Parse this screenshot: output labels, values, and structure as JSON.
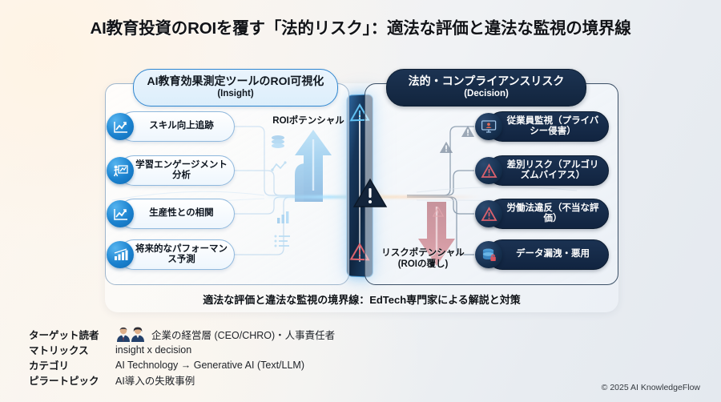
{
  "title": "AI教育投資のROIを覆す「法的リスク」：適法な評価と違法な監視の境界線",
  "panels": {
    "insight": {
      "header_main": "AI教育効果測定ツールのROI可視化",
      "header_sub": "(Insight)",
      "items": [
        {
          "label": "スキル向上追跡",
          "icon": "line-chart-icon"
        },
        {
          "label": "学習エンゲージメント分析",
          "icon": "presenter-chart-icon"
        },
        {
          "label": "生産性との相関",
          "icon": "line-chart-icon"
        },
        {
          "label": "将来的なパフォーマンス予測",
          "icon": "bar-chart-icon"
        }
      ]
    },
    "decision": {
      "header_main": "法的・コンプライアンスリスク",
      "header_sub": "(Decision)",
      "items": [
        {
          "label": "従業員監視（プライバシー侵害）",
          "icon": "monitor-user-icon"
        },
        {
          "label": "差別リスク（アルゴリズムバイアス）",
          "icon": "warning-triangle-icon"
        },
        {
          "label": "労働法違反（不当な評価）",
          "icon": "warning-triangle-icon"
        },
        {
          "label": "データ漏洩・悪用",
          "icon": "database-lock-icon"
        }
      ]
    }
  },
  "center": {
    "roi_label": "ROIポテンシャル",
    "risk_label_line1": "リスクポテンシャル",
    "risk_label_line2": "(ROIの覆し)",
    "barrier_icons": [
      "warning-triangle-blue-icon",
      "warning-triangle-dark-icon",
      "warning-triangle-red-icon"
    ],
    "up_arrow": "up-arrow",
    "down_arrow": "down-arrow"
  },
  "caption": "適法な評価と違法な監視の境界線：EdTech専門家による解説と対策",
  "meta": [
    {
      "key": "ターゲット読者",
      "value": "企業の経営層 (CEO/CHRO)・人事責任者",
      "has_avatars": true
    },
    {
      "key": "マトリックス",
      "value": "insight x decision",
      "has_avatars": false
    },
    {
      "key": "カテゴリ",
      "value": "AI Technology → Generative AI (Text/LLM)",
      "has_avatars": false
    },
    {
      "key": "ピラートピック",
      "value": "AI導入の失敗事例",
      "has_avatars": false
    }
  ],
  "copyright": "© 2025 AI KnowledgeFlow",
  "colors": {
    "insight_accent": "#1b82cf",
    "decision_accent": "#12253e",
    "risk_red": "#b4323c",
    "glow_blue": "#56c8ff",
    "glow_warm": "#ffd68e"
  }
}
